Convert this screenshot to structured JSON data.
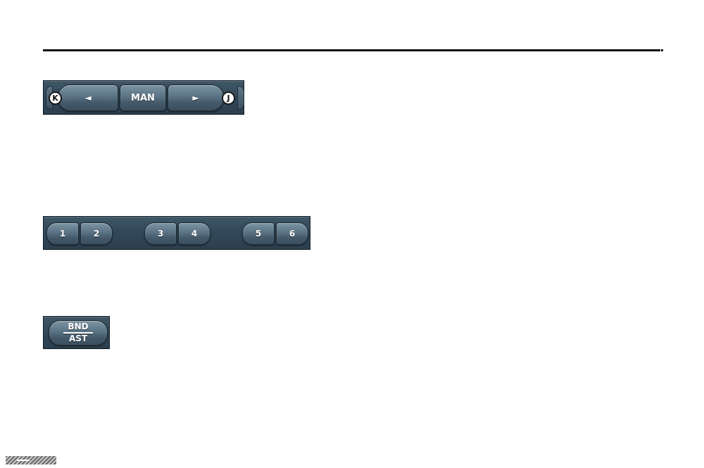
{
  "seek_panel": {
    "left_arrow": "◄",
    "man_label": "MAN",
    "right_arrow": "►",
    "callout_left": "K",
    "callout_right": "J"
  },
  "preset_panel": {
    "buttons": [
      "1",
      "2",
      "3",
      "4",
      "5",
      "6"
    ]
  },
  "band_panel": {
    "top_label": "BND",
    "bottom_label": "AST"
  },
  "colors": {
    "panel": "#33495a",
    "button": "#5a7384",
    "rule": "#111111"
  }
}
